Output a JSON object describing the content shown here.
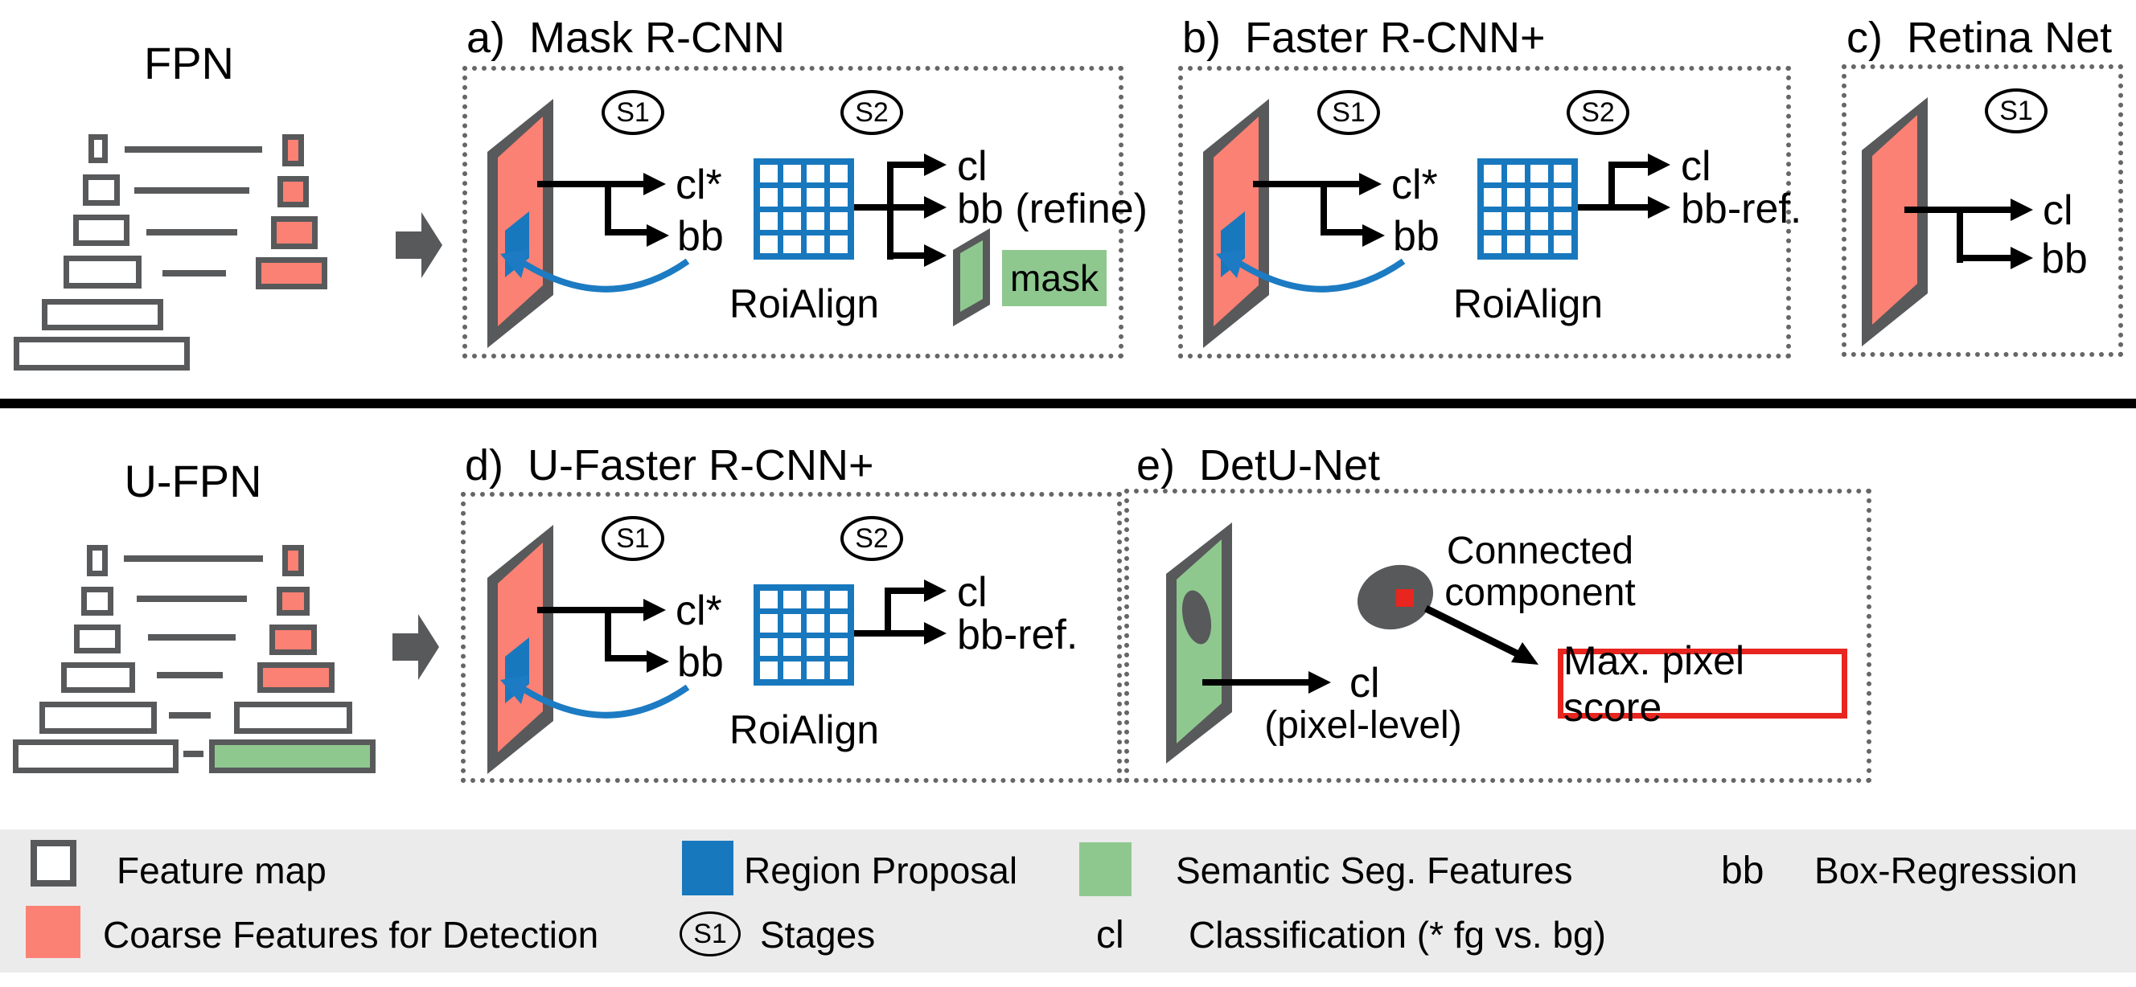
{
  "colors": {
    "salmon": "#FA8173",
    "blue": "#1878BE",
    "green": "#8FC88F",
    "gray": "#58595B",
    "red": "#E8251F",
    "curve_blue": "#1C7BC2",
    "legend_bg": "#EBEBEB",
    "border_dot": "#666666"
  },
  "pyramids": {
    "fpn_title": "FPN",
    "ufpn_title": "U-FPN"
  },
  "stages": {
    "s1": "S1",
    "s2": "S2"
  },
  "labels": {
    "cl_star": "cl*",
    "bb": "bb",
    "cl": "cl",
    "bb_refine": "bb (refine)",
    "bb_ref": "bb-ref.",
    "roialign": "RoiAlign",
    "mask": "mask",
    "pixel_level": "(pixel-level)",
    "connected_1": "Connected",
    "connected_2": "component",
    "max_pixel": "Max. pixel score"
  },
  "panels": {
    "a": {
      "tag": "a)",
      "title": "Mask R-CNN"
    },
    "b": {
      "tag": "b)",
      "title": "Faster R-CNN+"
    },
    "c": {
      "tag": "c)",
      "title": "Retina Net"
    },
    "d": {
      "tag": "d)",
      "title": "U-Faster R-CNN+"
    },
    "e": {
      "tag": "e)",
      "title": "DetU-Net"
    }
  },
  "legend": {
    "feature_map": "Feature map",
    "coarse": "Coarse Features for Detection",
    "region_proposal": "Region Proposal",
    "stage_badge": "S1",
    "stages_label": "Stages",
    "semantic": "Semantic Seg. Features",
    "cl_abbr": "cl",
    "cl_desc": "Classification (* fg vs. bg)",
    "bb_abbr": "bb",
    "bb_desc": "Box-Regression"
  }
}
